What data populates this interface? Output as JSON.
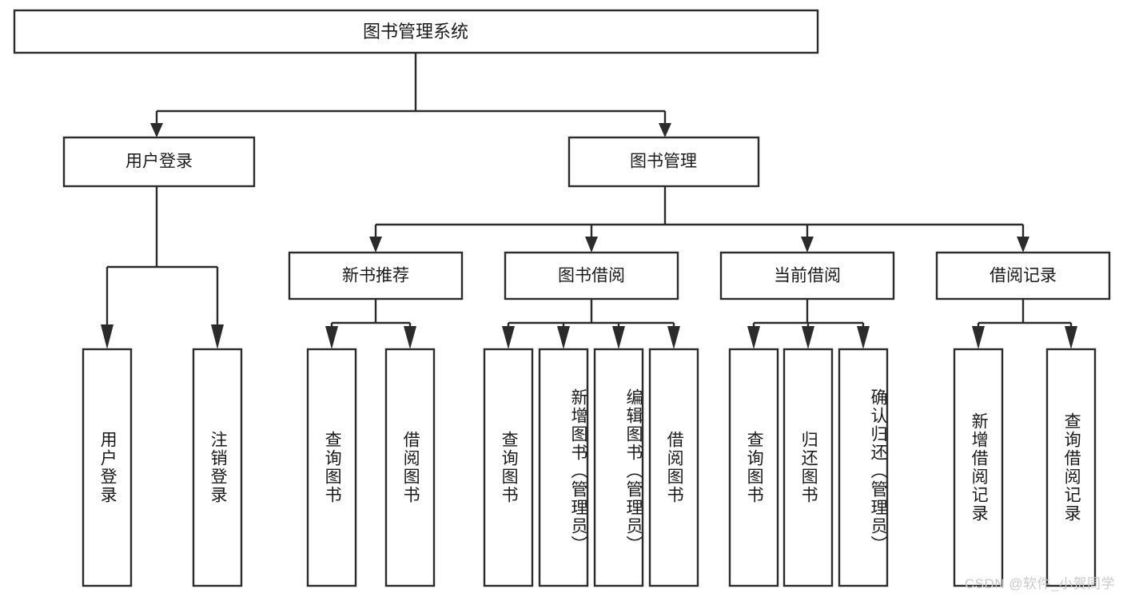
{
  "diagram": {
    "title": "图书管理系统",
    "type": "tree",
    "root": {
      "label": "图书管理系统"
    },
    "level2": [
      {
        "label": "用户登录"
      },
      {
        "label": "图书管理"
      }
    ],
    "level3": [
      {
        "label": "新书推荐"
      },
      {
        "label": "图书借阅"
      },
      {
        "label": "当前借阅"
      },
      {
        "label": "借阅记录"
      }
    ],
    "leaves": {
      "user_login": [
        {
          "label": "用户登录"
        },
        {
          "label": "注销登录"
        }
      ],
      "new_book_recommend": [
        {
          "label": "查询图书"
        },
        {
          "label": "借阅图书"
        }
      ],
      "book_borrow": [
        {
          "label": "查询图书"
        },
        {
          "label": "新增图书（管理员）"
        },
        {
          "label": "编辑图书（管理员）"
        },
        {
          "label": "借阅图书"
        }
      ],
      "current_borrow": [
        {
          "label": "查询图书"
        },
        {
          "label": "归还图书"
        },
        {
          "label": "确认归还（管理员）"
        }
      ],
      "borrow_record": [
        {
          "label": "新增借阅记录"
        },
        {
          "label": "查询借阅记录"
        }
      ]
    }
  },
  "watermark": {
    "text": "CSDN @软件_小贺同学"
  },
  "colors": {
    "stroke": "#2b2b2b",
    "fill": "#ffffff",
    "text": "#1a1a1a",
    "watermark": "#c9c9c9"
  }
}
